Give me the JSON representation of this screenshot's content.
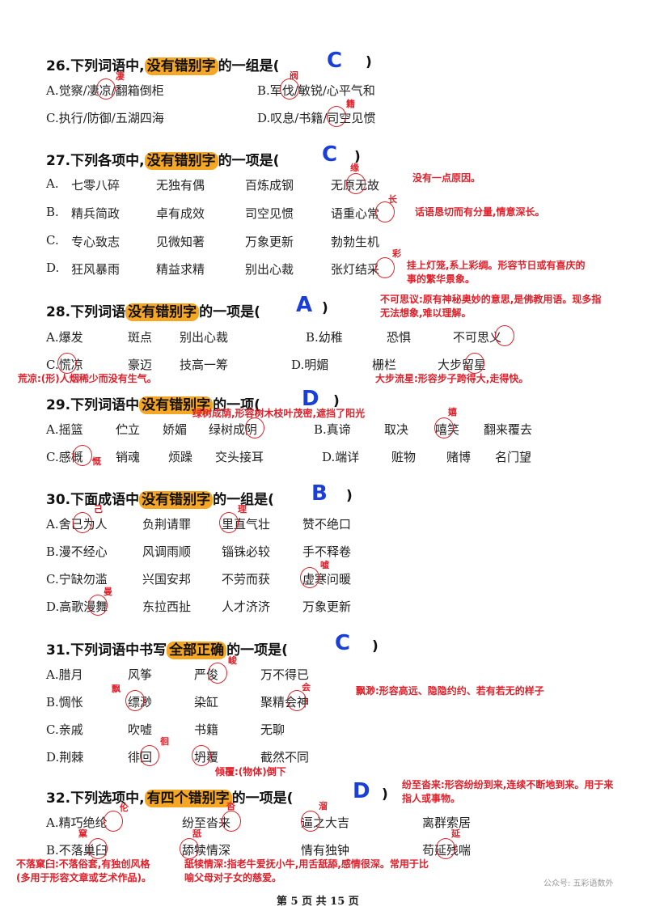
{
  "q26": {
    "num": "26.",
    "pre": "下列词语中,",
    "hl": "没有错别字",
    "post": "的一组是(",
    "close": ")",
    "ans": "C",
    "a": "A.觉察/凄凉/翻箱倒柜",
    "b": "B.军伐/敏锐/心平气和",
    "c": "C.执行/防御/五湖四海",
    "d": "D.叹息/书籍/司空见惯",
    "marks": [
      "凄",
      "阀",
      "籍"
    ]
  },
  "q27": {
    "num": "27.",
    "pre": "下列各项中,",
    "hl": "没有错别字",
    "post": "的一项是(",
    "close": ")",
    "ans": "C",
    "rows": [
      [
        "A.",
        "七零八碎",
        "无独有偶",
        "百炼成钢",
        "无原无故"
      ],
      [
        "B.",
        "精兵简政",
        "卓有成效",
        "司空见惯",
        "语重心常"
      ],
      [
        "C.",
        "专心致志",
        "见微知著",
        "万象更新",
        "勃勃生机"
      ],
      [
        "D.",
        "狂风暴雨",
        "精益求精",
        "别出心裁",
        "张灯结采"
      ]
    ],
    "marks": [
      "缘",
      "长",
      "彩"
    ],
    "notes": [
      "没有一点原因。",
      "话语恳切而有分量,情意深长。",
      "挂上灯笼,系上彩绸。形容节日或有喜庆的事的繁华景象。"
    ]
  },
  "q28": {
    "num": "28.",
    "pre": "下列词语",
    "hl": "没有错别字",
    "post": "的一项是(",
    "close": ")",
    "ans": "A",
    "a": [
      "A.爆发",
      "斑点",
      "别出心裁"
    ],
    "b": [
      "B.幼稚",
      "恐惧",
      "不可思义"
    ],
    "c": [
      "C.慌凉",
      "豪迈",
      "技高一筹"
    ],
    "d": [
      "D.明媚",
      "栅栏",
      "大步留星"
    ],
    "notes": [
      "不可思议:原有神秘奥妙的意思,是佛教用语。现多指无法想象,难以理解。",
      "荒凉:(形)人烟稀少而没有生气。",
      "大步流星:形容步子跨得大,走得快。"
    ]
  },
  "q29": {
    "num": "29.",
    "pre": "下列词语中",
    "hl": "没有错别字",
    "post": "的一项(",
    "close": ")",
    "ans": "D",
    "a": [
      "A.摇篮",
      "伫立",
      "娇媚",
      "绿树成阴"
    ],
    "b": [
      "B.真谛",
      "取决",
      "嘻笑",
      "翻来覆去"
    ],
    "c": [
      "C.感概",
      "销魂",
      "烦躁",
      "交头接耳"
    ],
    "d": [
      "D.端详",
      "赃物",
      "赌博",
      "名门望"
    ],
    "marks": [
      "嬉",
      "慨"
    ],
    "notes": [
      "绿树成荫,形容树木枝叶茂密,遮挡了阳光"
    ]
  },
  "q30": {
    "num": "30.",
    "pre": "下面成语中",
    "hl": "没有错别字",
    "post": "的一组是(",
    "close": ")",
    "ans": "B",
    "rows": [
      [
        "A.舍已为人",
        "负荆请罪",
        "里直气壮",
        "赞不绝口"
      ],
      [
        "B.漫不经心",
        "风调雨顺",
        "锱铢必较",
        "手不释卷"
      ],
      [
        "C.宁缺勿滥",
        "兴国安邦",
        "不劳而获",
        "虚寒问暖"
      ],
      [
        "D.高歌漫舞",
        "东拉西扯",
        "人才济济",
        "万象更新"
      ]
    ],
    "marks": [
      "己",
      "理",
      "嘘",
      "曼"
    ]
  },
  "q31": {
    "num": "31.",
    "pre": "下列词语中书写",
    "hl": "全部正确",
    "post": "的一项是(",
    "close": ")",
    "ans": "C",
    "rows": [
      [
        "A.腊月",
        "风筝",
        "严俊",
        "万不得已"
      ],
      [
        "B.惆怅",
        "缥渺",
        "染缸",
        "聚精会神"
      ],
      [
        "C.亲戚",
        "吹嘘",
        "书籍",
        "无聊"
      ],
      [
        "D.荆棘",
        "徘回",
        "坍覆",
        "截然不同"
      ]
    ],
    "marks": [
      "峻",
      "飘",
      "会",
      "徊"
    ],
    "notes": [
      "飘渺:形容高远、隐隐约约、若有若无的样子",
      "倾覆:(物体)倒下"
    ]
  },
  "q32": {
    "num": "32.",
    "pre": "下列选项中,",
    "hl": "有四个错别字",
    "post": "的一项是(",
    "close": ")",
    "ans": "D",
    "a": [
      "A.精巧绝纶",
      "纷至沓来",
      "逼之大吉",
      "离群索居"
    ],
    "b": [
      "B.不落巢臼",
      "舔犊情深",
      "情有独钟",
      "苟延残喘"
    ],
    "marks": [
      "伦",
      "沓",
      "溜",
      "窠",
      "舐",
      "延"
    ],
    "notes": [
      "纷至沓来:形容纷纷到来,连续不断地到来。用于来指人或事物。",
      "不落窠臼:不落俗套,有独创风格(多用于形容文章或艺术作品)。",
      "舐犊情深:指老牛爱抚小牛,用舌舐舔,感情很深。常用于比喻父母对子女的慈爱。"
    ]
  },
  "footer": "第 5 页 共 15 页",
  "watermark": "公众号: 五彩语数外"
}
